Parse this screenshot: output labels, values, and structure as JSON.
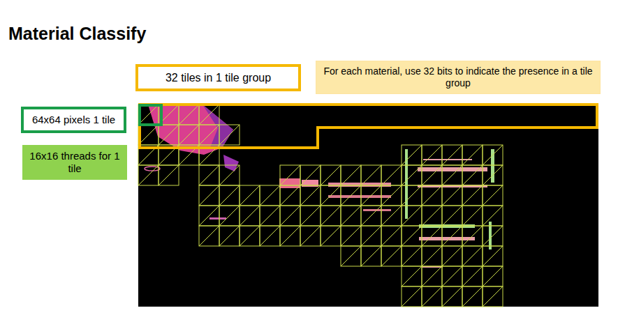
{
  "diagram": {
    "title": "Material Classify",
    "nodes": [
      {
        "text": [
          "32 tiles in 1 tile group"
        ]
      },
      {
        "text": [
          "For each material, use 32 bits to indicate the presence in a tile group"
        ]
      },
      {
        "text": [
          "64x64 pixels 1 tile"
        ]
      },
      {
        "text": [
          "16x16 threads for 1 tile"
        ]
      }
    ]
  }
}
